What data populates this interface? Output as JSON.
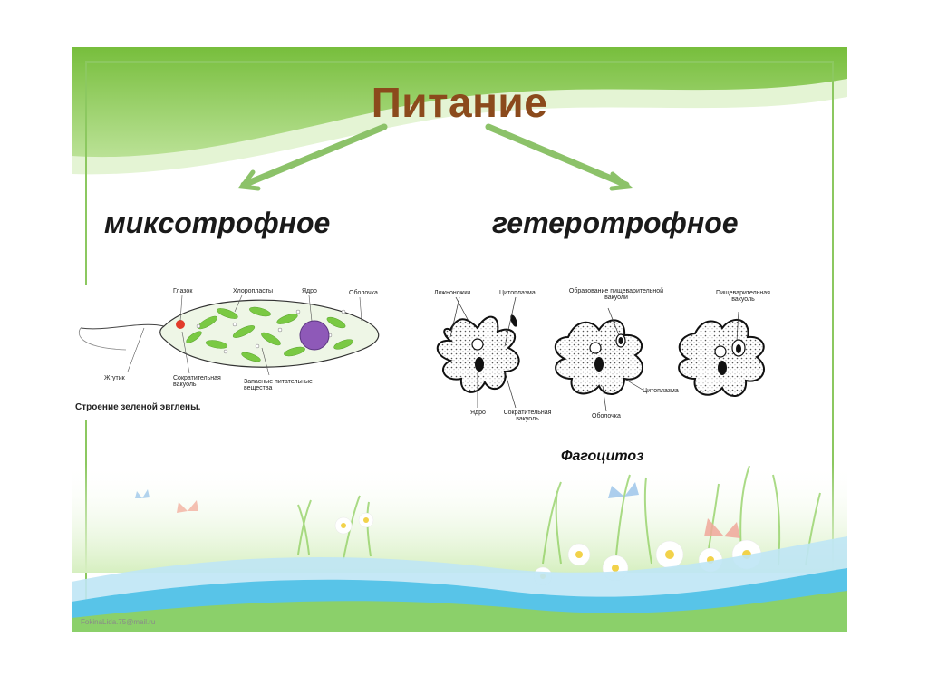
{
  "slide": {
    "title": "Питание",
    "left_heading": "миксотрофное",
    "right_heading": "гетеротрофное",
    "footer": "FokinaLida.75@mail.ru"
  },
  "euglena": {
    "labels": {
      "eyespot": "Глазок",
      "chloroplasts": "Хлоропласты",
      "nucleus": "Ядро",
      "envelope": "Оболочка",
      "flagellum": "Жгутик",
      "contractile_vacuole": "Сократительная вакуоль",
      "stored_nutrients": "Запасные питательные вещества"
    },
    "caption": "Строение зеленой эвглены."
  },
  "amoeba": {
    "labels": {
      "pseudopods": "Ложноножки",
      "cytoplasm": "Цитоплазма",
      "vacuole_formation": "Образование пищеварительной вакуоли",
      "digestive_vacuole": "Пищеварительная вакуоль",
      "nucleus": "Ядро",
      "contractile_vacuole": "Сократительная вакуоль",
      "cytoplasm2": "Цитоплазма",
      "envelope": "Оболочка"
    },
    "caption": "Фагоцитоз"
  },
  "colors": {
    "title": "#8b4a1c",
    "frame_green": "#7cc043",
    "arrow_green": "#8cc269",
    "chloroplast": "#7ac943",
    "nucleus": "#8e59b8",
    "eyespot": "#e23b2b",
    "wave_blue": "#58c4e8"
  }
}
